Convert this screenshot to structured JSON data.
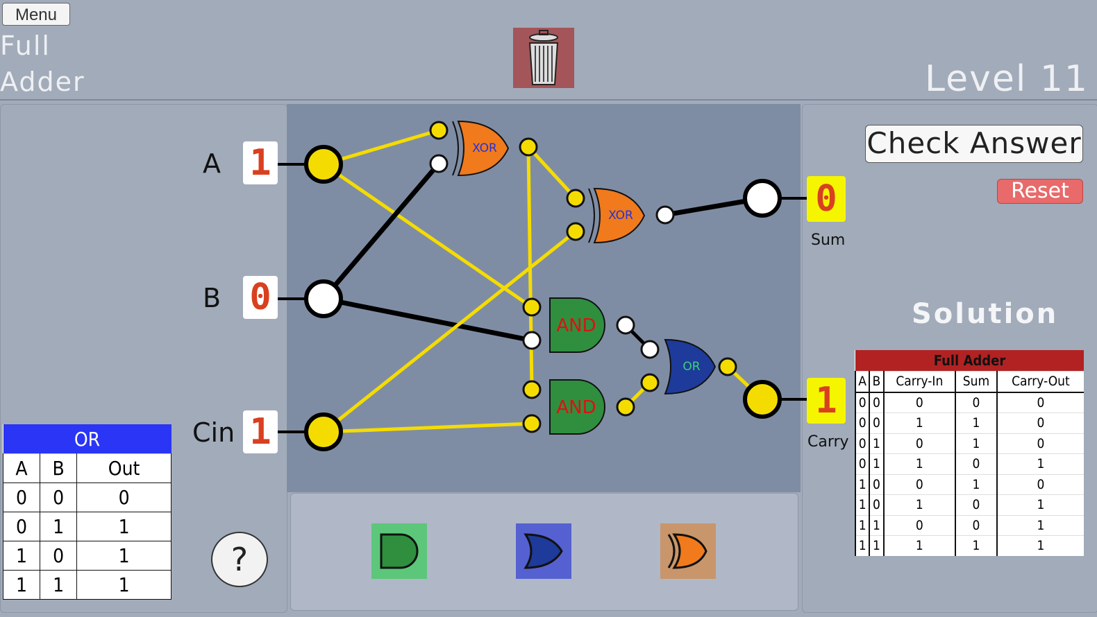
{
  "menu_label": "Menu",
  "title_line1": "Full",
  "title_line2": "Adder",
  "level": "Level 11",
  "trash_icon": "trash-can-icon",
  "inputs": [
    {
      "label": "A",
      "value": "1"
    },
    {
      "label": "B",
      "value": "0"
    },
    {
      "label": "Cin",
      "value": "1"
    }
  ],
  "outputs": [
    {
      "label": "Sum",
      "value": "0"
    },
    {
      "label": "Carry",
      "value": "1"
    }
  ],
  "gates": [
    {
      "type": "XOR",
      "label": "XOR"
    },
    {
      "type": "XOR",
      "label": "XOR"
    },
    {
      "type": "AND",
      "label": "AND"
    },
    {
      "type": "AND",
      "label": "AND"
    },
    {
      "type": "OR",
      "label": "OR"
    }
  ],
  "wire_states": [
    1,
    1,
    0,
    0,
    1,
    1,
    1,
    1,
    0,
    0,
    1,
    1
  ],
  "check_label": "Check Answer",
  "reset_label": "Reset",
  "solution_title": "Solution",
  "full_adder": {
    "title": "Full Adder",
    "headers": [
      "A",
      "B",
      "Carry-In",
      "Sum",
      "Carry-Out"
    ],
    "rows": [
      [
        "0",
        "0",
        "0",
        "0",
        "0"
      ],
      [
        "0",
        "0",
        "1",
        "1",
        "0"
      ],
      [
        "0",
        "1",
        "0",
        "1",
        "0"
      ],
      [
        "0",
        "1",
        "1",
        "0",
        "1"
      ],
      [
        "1",
        "0",
        "0",
        "1",
        "0"
      ],
      [
        "1",
        "0",
        "1",
        "0",
        "1"
      ],
      [
        "1",
        "1",
        "0",
        "0",
        "1"
      ],
      [
        "1",
        "1",
        "1",
        "1",
        "1"
      ]
    ]
  },
  "or_table": {
    "title": "OR",
    "headers": [
      "A",
      "B",
      "Out"
    ],
    "rows": [
      [
        "0",
        "0",
        "0"
      ],
      [
        "0",
        "1",
        "1"
      ],
      [
        "1",
        "0",
        "1"
      ],
      [
        "1",
        "1",
        "1"
      ]
    ]
  },
  "help_label": "?",
  "tray": [
    "AND",
    "OR",
    "XOR"
  ],
  "colors": {
    "on": "#f5dc00",
    "off": "#000000",
    "xor": "#f07a1c",
    "and": "#2f8f3f",
    "or": "#1e3a9a"
  }
}
